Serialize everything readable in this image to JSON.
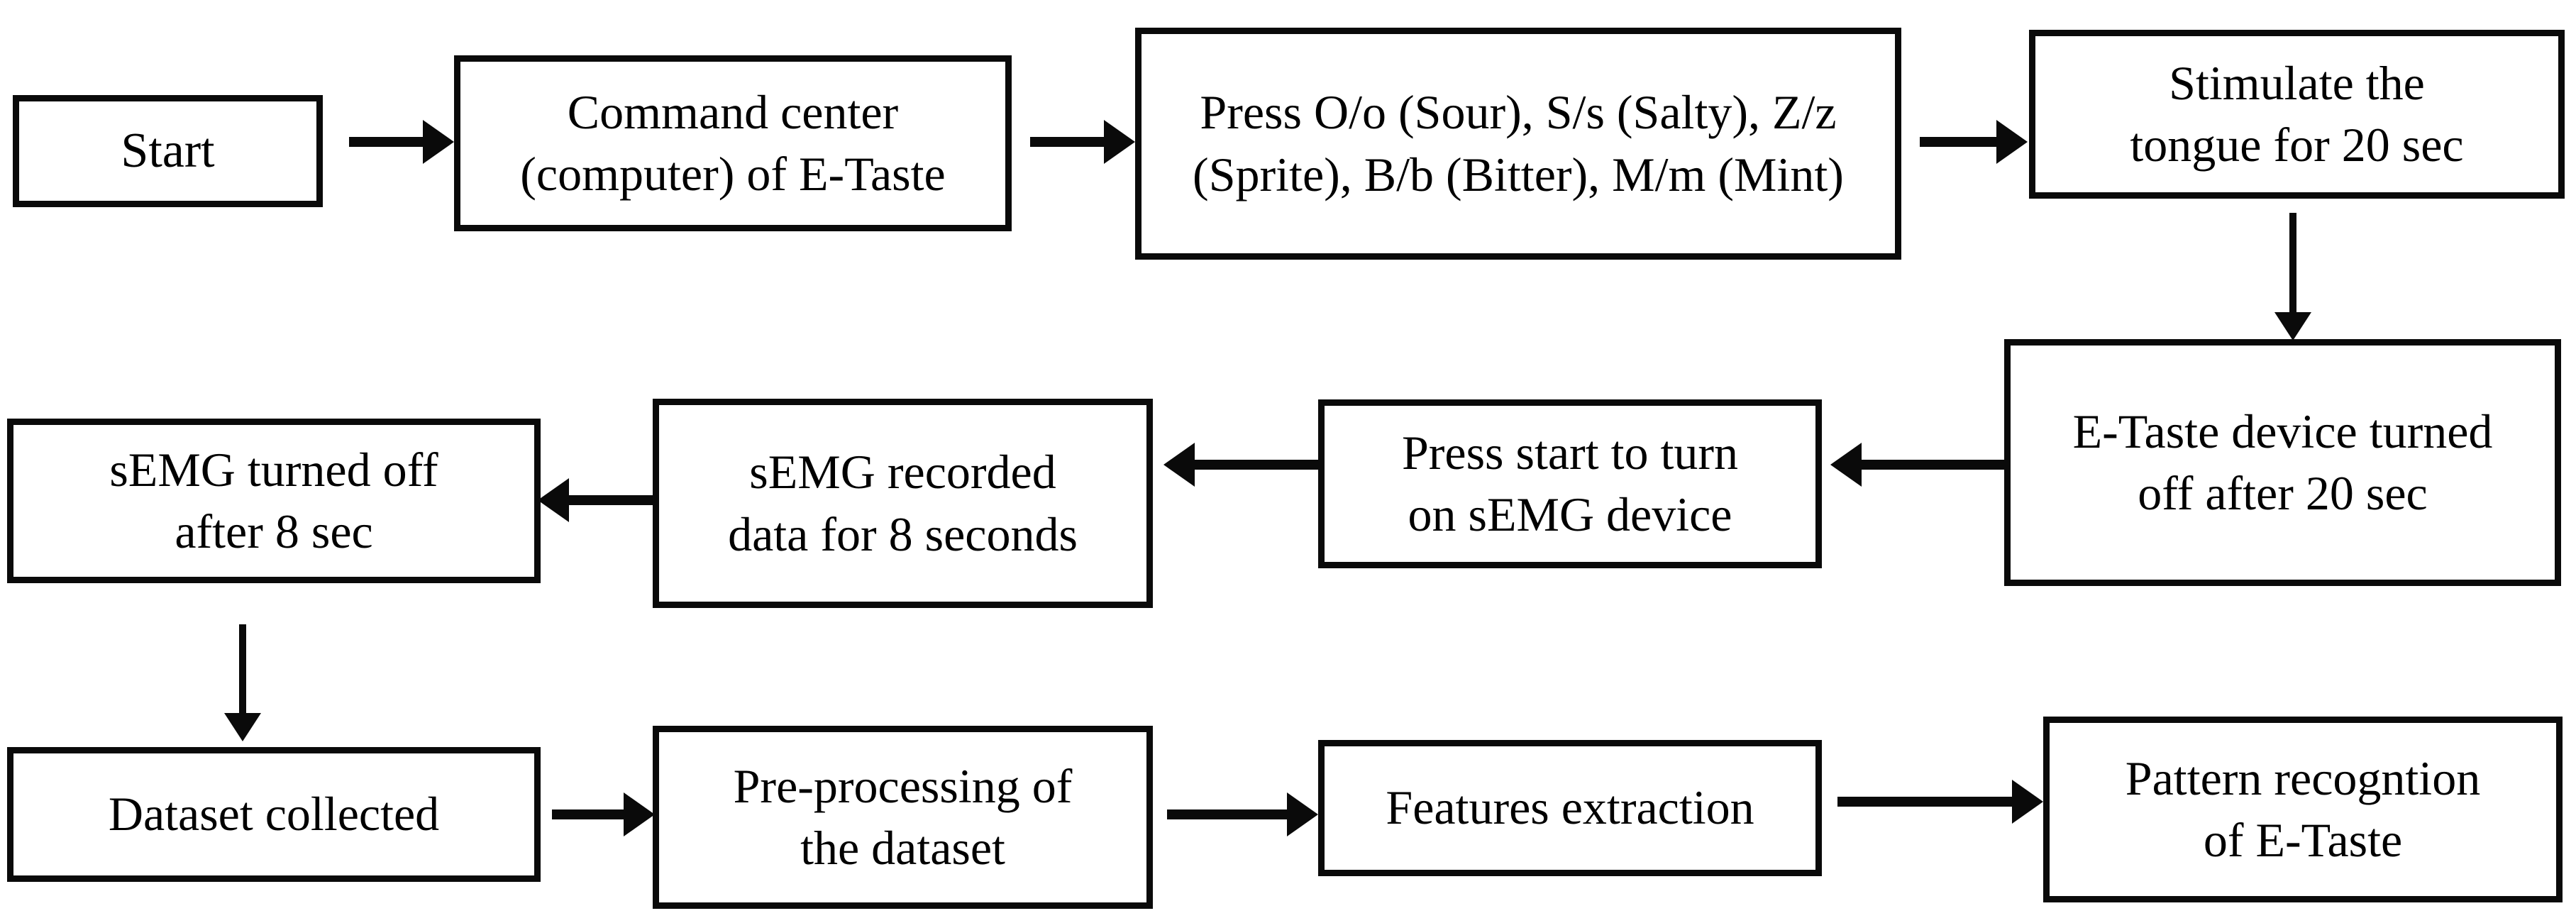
{
  "diagram": {
    "type": "flowchart",
    "title": "E-Taste sEMG data acquisition and recognition flowchart",
    "orientation": "serpentine-3-rows",
    "colors": {
      "background": "#ffffff",
      "stroke": "#0a0a0a",
      "text": "#000000",
      "fill": "#ffffff"
    },
    "nodes": [
      {
        "id": "start",
        "label": "Start",
        "row": 1,
        "order": 1
      },
      {
        "id": "command-center",
        "label": "Command center\n(computer) of E-Taste",
        "row": 1,
        "order": 2
      },
      {
        "id": "press-keys",
        "label": "Press O/o (Sour), S/s (Salty), Z/z\n(Sprite), B/b (Bitter), M/m (Mint)",
        "row": 1,
        "order": 3
      },
      {
        "id": "stimulate",
        "label": "Stimulate the\ntongue for 20 sec",
        "row": 1,
        "order": 4
      },
      {
        "id": "etaste-off",
        "label": "E-Taste device turned\noff after 20 sec",
        "row": 2,
        "order": 1
      },
      {
        "id": "press-start",
        "label": "Press start to turn\non sEMG device",
        "row": 2,
        "order": 2
      },
      {
        "id": "semg-record",
        "label": "sEMG recorded\ndata for 8 seconds",
        "row": 2,
        "order": 3
      },
      {
        "id": "semg-off",
        "label": "sEMG turned off\nafter 8 sec",
        "row": 2,
        "order": 4
      },
      {
        "id": "dataset",
        "label": "Dataset collected",
        "row": 3,
        "order": 1
      },
      {
        "id": "preprocess",
        "label": "Pre-processing of\nthe dataset",
        "row": 3,
        "order": 2
      },
      {
        "id": "features",
        "label": "Features extraction",
        "row": 3,
        "order": 3
      },
      {
        "id": "pattern",
        "label": "Pattern recogntion\nof E-Taste",
        "row": 3,
        "order": 4
      }
    ],
    "edges": [
      {
        "id": "e1",
        "from": "start",
        "to": "command-center",
        "direction": "right"
      },
      {
        "id": "e2",
        "from": "command-center",
        "to": "press-keys",
        "direction": "right"
      },
      {
        "id": "e3",
        "from": "press-keys",
        "to": "stimulate",
        "direction": "right"
      },
      {
        "id": "e4",
        "from": "stimulate",
        "to": "etaste-off",
        "direction": "down"
      },
      {
        "id": "e5",
        "from": "etaste-off",
        "to": "press-start",
        "direction": "left"
      },
      {
        "id": "e6",
        "from": "press-start",
        "to": "semg-record",
        "direction": "left"
      },
      {
        "id": "e7",
        "from": "semg-record",
        "to": "semg-off",
        "direction": "left"
      },
      {
        "id": "e8",
        "from": "semg-off",
        "to": "dataset",
        "direction": "down"
      },
      {
        "id": "e9",
        "from": "dataset",
        "to": "preprocess",
        "direction": "right"
      },
      {
        "id": "e10",
        "from": "preprocess",
        "to": "features",
        "direction": "right"
      },
      {
        "id": "e11",
        "from": "features",
        "to": "pattern",
        "direction": "right"
      }
    ]
  }
}
